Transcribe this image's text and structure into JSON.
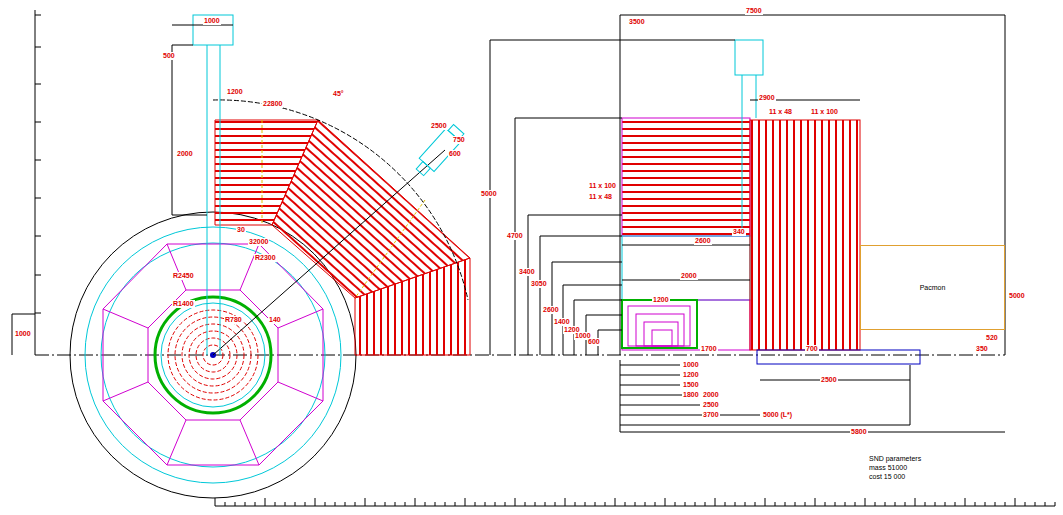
{
  "diagram": {
    "nodes": [
      {
        "text": [
          "Pacmon"
        ]
      }
    ],
    "labels": [
      "1000",
      "500",
      "2000",
      "1200",
      "22800",
      "45°",
      "30",
      "32000",
      "R2300",
      "R2450",
      "R1400",
      "R780",
      "140",
      "5000",
      "1000",
      "2500",
      "750",
      "600",
      "7500",
      "3500",
      "2900",
      "11 x 48",
      "11 x 100",
      "11 x 100",
      "11 x 48",
      "4700",
      "3400",
      "3050",
      "2600",
      "1400",
      "1200",
      "1000",
      "600",
      "2600",
      "2000",
      "340",
      "1200",
      "5000",
      "520",
      "350",
      "1000",
      "1200",
      "1500",
      "1800",
      "2000",
      "2500",
      "3700",
      "5000 (L*)",
      "5800",
      "2500",
      "700",
      "1700",
      "SND parameters",
      "mass 51000",
      "cost 15 000"
    ]
  }
}
